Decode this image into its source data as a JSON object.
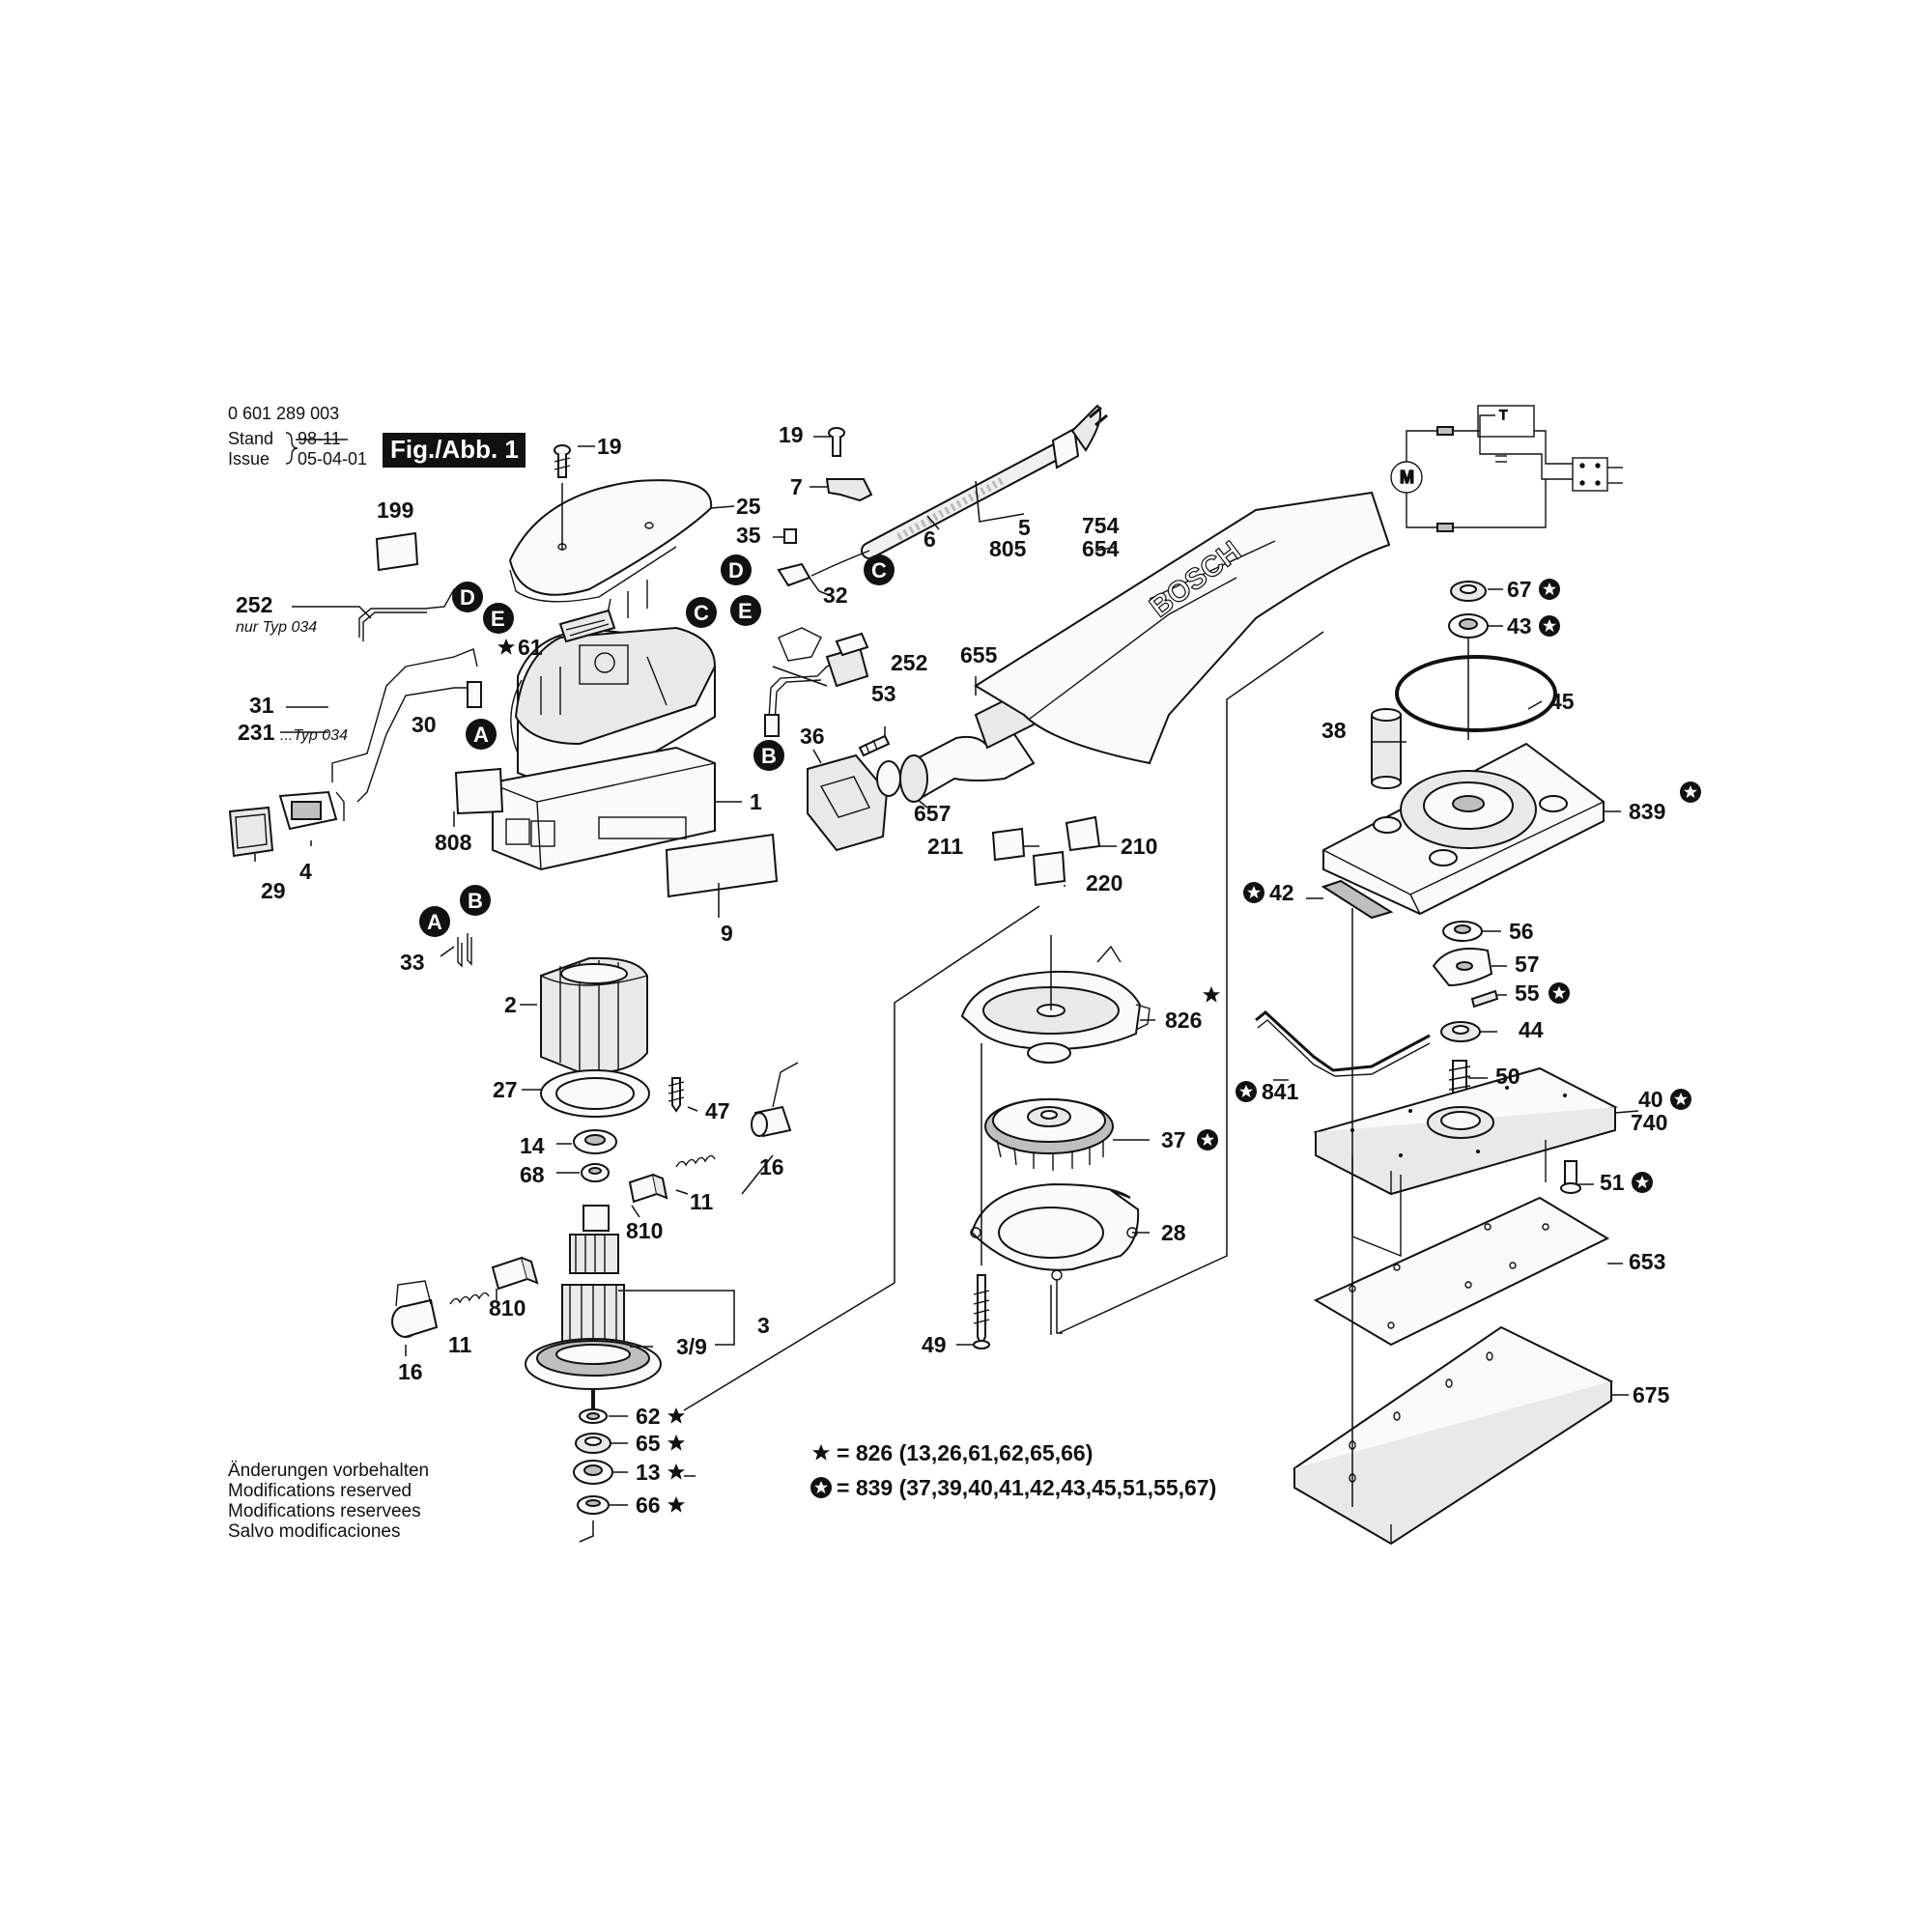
{
  "header": {
    "part_number": "0 601 289 003",
    "stand_label": "Stand",
    "stand_value": "98-11",
    "issue_label": "Issue",
    "issue_value": "05-04-01",
    "figure_badge": "Fig./Abb. 1"
  },
  "labels": {
    "p19a": "19",
    "p25": "25",
    "p199": "199",
    "p252a": "252",
    "p252a_note": "nur Typ 034",
    "p61": "61",
    "p31": "31",
    "p231": "231",
    "p231_note": "...Typ 034",
    "p30": "30",
    "p4": "4",
    "p29": "29",
    "p808": "808",
    "p1": "1",
    "p9": "9",
    "p33": "33",
    "p2": "2",
    "p27": "27",
    "p47": "47",
    "p14": "14",
    "p68": "68",
    "p11a": "11",
    "p16a": "16",
    "p810a": "810",
    "p810b": "810",
    "p11b": "11",
    "p16b": "16",
    "p3": "3",
    "p3_9": "3/9",
    "p62": "62",
    "p65": "65",
    "p13": "13",
    "p66": "66",
    "p19b": "19",
    "p7": "7",
    "p35": "35",
    "p32": "32",
    "p6": "6",
    "p5": "5",
    "p805": "805",
    "p252b": "252",
    "p53": "53",
    "p36": "36",
    "p657": "657",
    "p655": "655",
    "p754": "754",
    "p654": "654",
    "p211": "211",
    "p210": "210",
    "p220": "220",
    "p826": "826",
    "p37": "37",
    "p28": "28",
    "p49": "49",
    "p67": "67",
    "p43": "43",
    "p45": "45",
    "p38": "38",
    "p839": "839",
    "p42": "42",
    "p56": "56",
    "p57": "57",
    "p55": "55",
    "p44": "44",
    "p841": "841",
    "p50": "50",
    "p40": "40",
    "p740": "740",
    "p51": "51",
    "p653": "653",
    "p675": "675"
  },
  "connectors": {
    "A": "A",
    "B": "B",
    "C": "C",
    "D": "D",
    "E": "E"
  },
  "bag_brand": "BOSCH",
  "motor_symbol": "M",
  "switch_symbol": "T",
  "legend": {
    "star_set": "= 826 (13,26,61,62,65,66)",
    "circle_set": "= 839 (37,39,40,41,42,43,45,51,55,67)"
  },
  "footer": {
    "line_de": "Änderungen vorbehalten",
    "line_en": "Modifications reserved",
    "line_fr": "Modifications reservees",
    "line_es": "Salvo modificaciones"
  }
}
